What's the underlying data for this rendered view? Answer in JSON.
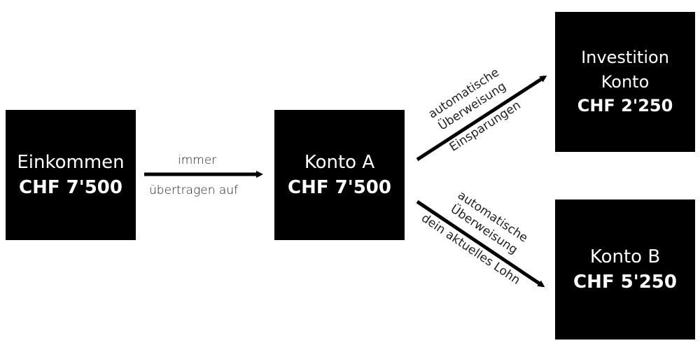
{
  "nodes": {
    "income": {
      "name": "Einkommen",
      "amount": "CHF 7'500"
    },
    "konto_a": {
      "name": "Konto A",
      "amount": "CHF 7'500"
    },
    "invest": {
      "name_line1": "Investition",
      "name_line2": "Konto",
      "amount": "CHF 2'250"
    },
    "konto_b": {
      "name": "Konto B",
      "amount": "CHF 5'250"
    }
  },
  "edges": {
    "income_to_a": {
      "top": "immer",
      "bottom": "übertragen auf"
    },
    "a_to_invest": {
      "line1": "automatische",
      "line2": "Überweisung",
      "line3": "Einsparungen"
    },
    "a_to_b": {
      "line1": "automatische",
      "line2": "Überweisung",
      "line3": "dein aktuelles Lohn"
    }
  },
  "colors": {
    "box": "#000000",
    "arrow": "#000000",
    "text_on_box": "#ffffff"
  }
}
